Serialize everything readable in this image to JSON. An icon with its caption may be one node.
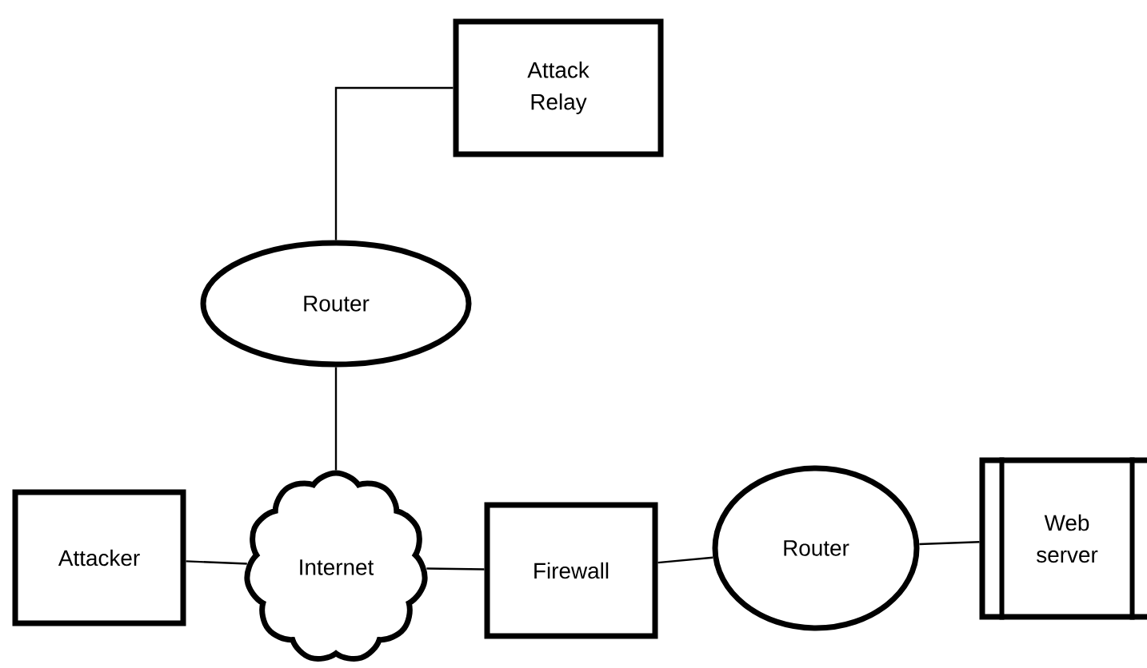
{
  "diagram": {
    "nodes": [
      {
        "text": [
          "Attack Relay"
        ]
      },
      {
        "text": [
          "Router"
        ]
      },
      {
        "text": [
          "Attacker"
        ]
      },
      {
        "text": [
          "Internet"
        ]
      },
      {
        "text": [
          "Firewall"
        ]
      },
      {
        "text": [
          "Router"
        ]
      },
      {
        "text": [
          "Web server"
        ]
      }
    ],
    "edges": [
      {
        "from": 0,
        "to": 1,
        "arrow": "none"
      },
      {
        "from": 1,
        "to": 3,
        "arrow": "none"
      },
      {
        "from": 2,
        "to": 3,
        "arrow": "none"
      },
      {
        "from": 3,
        "to": 4,
        "arrow": "none"
      },
      {
        "from": 4,
        "to": 5,
        "arrow": "none"
      },
      {
        "from": 5,
        "to": 6,
        "arrow": "none"
      }
    ]
  }
}
